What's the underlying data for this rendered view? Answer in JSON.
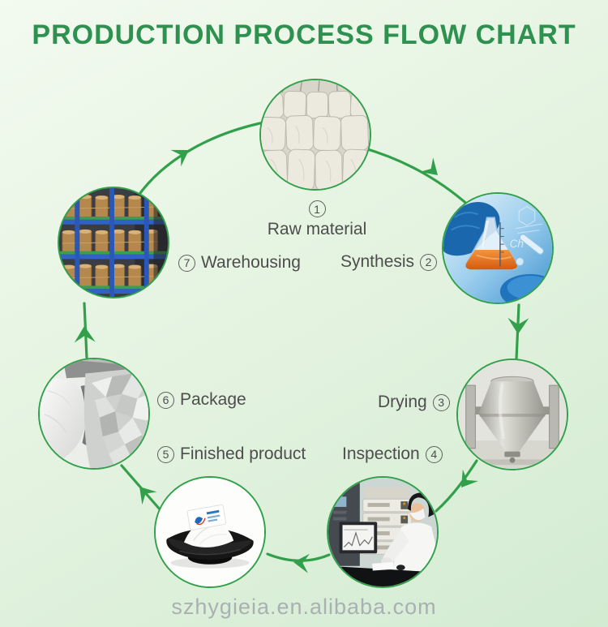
{
  "title": "PRODUCTION PROCESS FLOW CHART",
  "watermark": "szhygieia.en.alibaba.com",
  "colors": {
    "title_green": "#2e9150",
    "arrow_green": "#32a04b",
    "circle_ring": "#32a04b",
    "label_text": "#4d4d4d",
    "watermark_gray": "#a9b0b2"
  },
  "steps": [
    {
      "number": "1",
      "label": "Raw material",
      "photo": "stacked-white-raw-material-bags"
    },
    {
      "number": "2",
      "label": "Synthesis",
      "photo": "lab-flask-chemical-synthesis"
    },
    {
      "number": "3",
      "label": "Drying",
      "photo": "double-cone-vacuum-dryer"
    },
    {
      "number": "4",
      "label": "Inspection",
      "photo": "technician-hplc-inspection"
    },
    {
      "number": "5",
      "label": "Finished product",
      "photo": "white-powder-on-black-dish"
    },
    {
      "number": "6",
      "label": "Package",
      "photo": "aluminum-foil-bags"
    },
    {
      "number": "7",
      "label": "Warehousing",
      "photo": "drum-storage-racks"
    }
  ],
  "flow": {
    "direction": "clockwise",
    "sequence": [
      "1",
      "2",
      "3",
      "4",
      "5",
      "6",
      "7",
      "1"
    ]
  }
}
